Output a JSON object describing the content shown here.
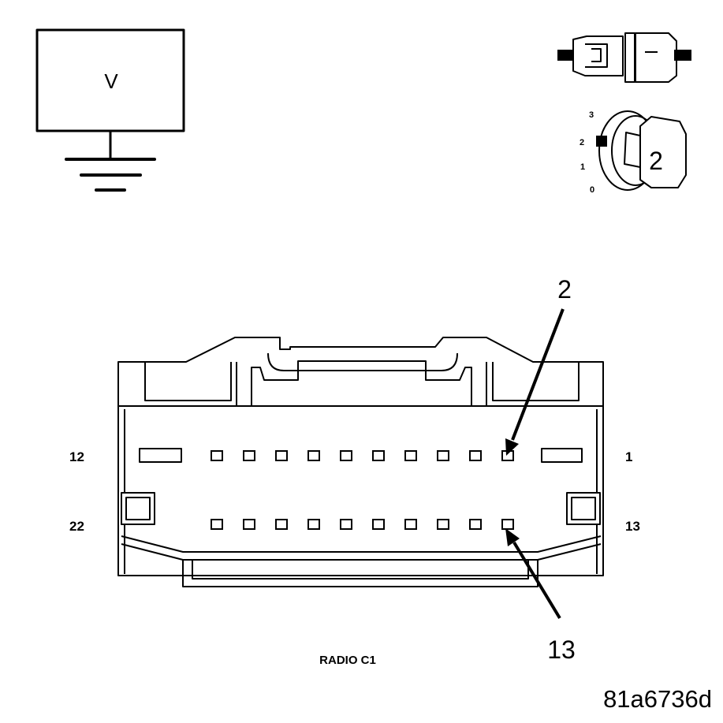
{
  "voltmeter": {
    "symbol": "V",
    "icon": "voltmeter-icon"
  },
  "ground": {
    "icon": "ground-icon"
  },
  "connector_icon": {
    "icon": "connector-disconnect-icon"
  },
  "ignition": {
    "icon": "ignition-key-icon",
    "positions": [
      "3",
      "2",
      "1",
      "0"
    ],
    "selected_position": "2",
    "key_label": "2"
  },
  "connector": {
    "name": "RADIO C1",
    "top_row": {
      "left_pin": "12",
      "right_pin": "1"
    },
    "bottom_row": {
      "left_pin": "22",
      "right_pin": "13"
    },
    "callouts": [
      {
        "pin": "2"
      },
      {
        "pin": "13"
      }
    ]
  },
  "figure_id": "81a6736d"
}
